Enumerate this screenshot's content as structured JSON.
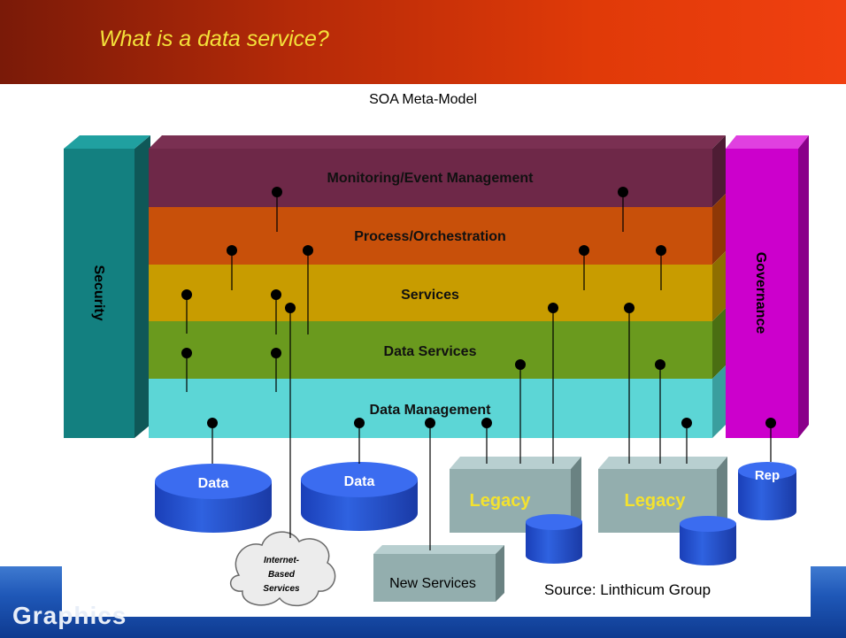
{
  "slide": {
    "title": "What is a data service?",
    "brand": "Graphics"
  },
  "diagram": {
    "title": "SOA Meta-Model",
    "side_left": "Security",
    "side_right": "Governance",
    "layers": [
      {
        "label": "Monitoring/Event Management",
        "color": "#6e2848"
      },
      {
        "label": "Process/Orchestration",
        "color": "#c8500a"
      },
      {
        "label": "Services",
        "color": "#c89c00"
      },
      {
        "label": "Data Services",
        "color": "#6a9a1e"
      },
      {
        "label": "Data Management",
        "color": "#5cd6d6"
      }
    ],
    "stores": {
      "data_1": "Data",
      "data_2": "Data",
      "legacy_1": "Legacy",
      "legacy_2": "Legacy",
      "rep": "Rep",
      "new_services": "New Services",
      "cloud": [
        "Internet-",
        "Based",
        "Services"
      ]
    },
    "source": "Source:  Linthicum Group"
  }
}
